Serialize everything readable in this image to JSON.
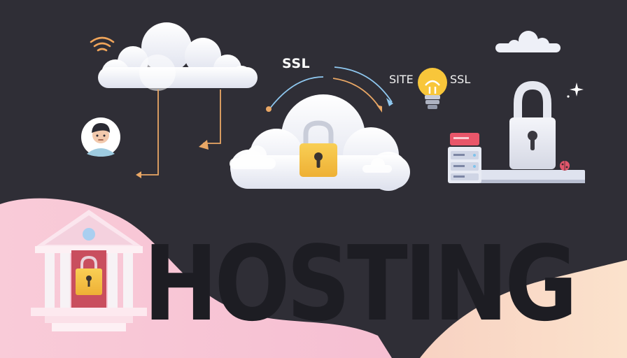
{
  "scene": {
    "headline": "HOSTING",
    "labels": {
      "ssl_top": "SSL",
      "site": "SITE",
      "ssl_right": "SSL"
    },
    "colors": {
      "background": "#2f2e36",
      "headline": "#1d1d23",
      "cloud": "#eceef5",
      "lock_gold": "#f5c445",
      "arrow_orange": "#f0a55a",
      "arrow_blue": "#8fc8f0",
      "pink_wave": "#f7c9d6",
      "peach_wave": "#f8d8c4",
      "bank_red": "#c94e5e"
    },
    "icons": [
      "wifi-icon",
      "cloud-icon",
      "padlock-icon",
      "lightbulb-icon",
      "person-avatar-icon",
      "server-rack-icon",
      "bank-building-icon",
      "sparkle-icon",
      "ladybug-icon"
    ]
  }
}
